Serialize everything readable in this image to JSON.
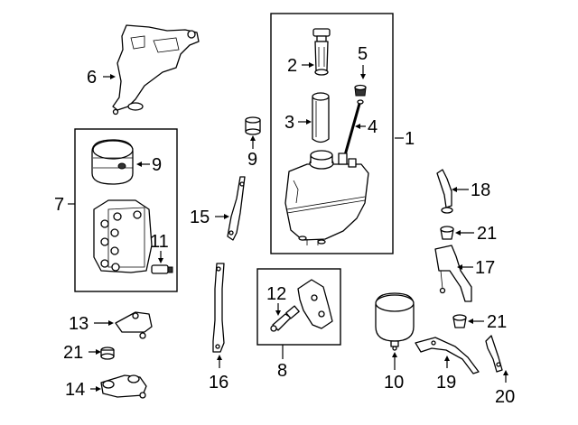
{
  "callouts": {
    "c1": "1",
    "c2": "2",
    "c3": "3",
    "c4": "4",
    "c5": "5",
    "c6": "6",
    "c7": "7",
    "c8": "8",
    "c9a": "9",
    "c9b": "9",
    "c10": "10",
    "c11": "11",
    "c12": "12",
    "c13": "13",
    "c14": "14",
    "c15": "15",
    "c16": "16",
    "c17": "17",
    "c18": "18",
    "c19": "19",
    "c20": "20",
    "c21a": "21",
    "c21b": "21",
    "c21c": "21"
  }
}
